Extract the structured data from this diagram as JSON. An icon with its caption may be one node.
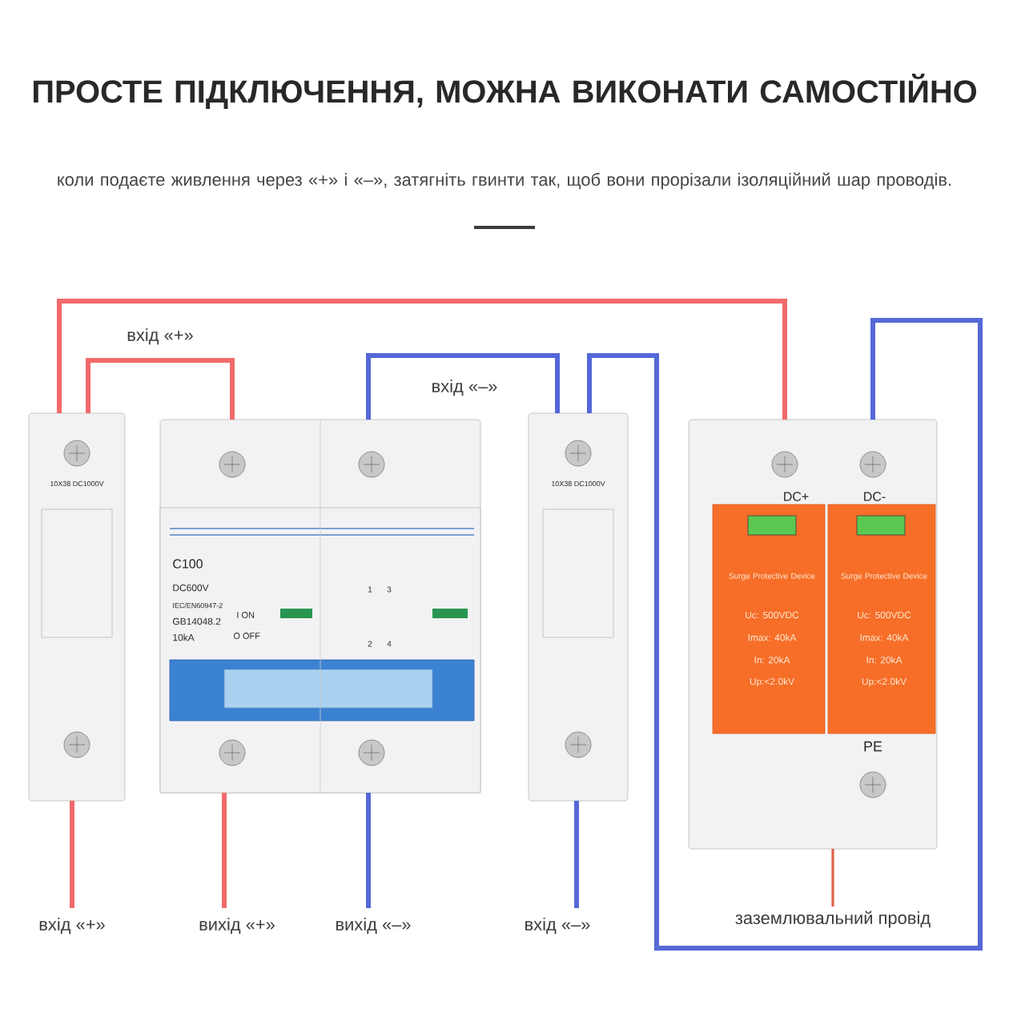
{
  "diagram": {
    "title": "ПРОСТЕ ПІДКЛЮЧЕННЯ, МОЖНА ВИКОНАТИ САМОСТІЙНО",
    "nodes": [
      {
        "text": [
          "10X38 DC1000V"
        ]
      },
      {
        "text": [
          "C100",
          "DC600V",
          "IEC/EN60947-2",
          "GB14048.2",
          "10kA",
          "I ON",
          "O OFF",
          "1",
          "3",
          "2",
          "4"
        ]
      },
      {
        "text": [
          "10X38 DC1000V"
        ]
      },
      {
        "text": [
          "DC+",
          "DC-",
          "Surge Protective Device",
          "Uc: 500VDC",
          "Imax: 40kA",
          "In: 20kA",
          "Up:<2.0kV",
          "Surge Protective Device",
          "Uc: 500VDC",
          "Imax: 40kA",
          "In: 20kA",
          "Up:<2.0kV",
          "PE"
        ]
      },
      {
        "text": [
          "вхід «+»"
        ]
      },
      {
        "text": [
          "вихід «+»"
        ]
      },
      {
        "text": [
          "вихід «–»"
        ]
      },
      {
        "text": [
          "вхід «–»"
        ]
      },
      {
        "text": [
          "заземлювальний провід"
        ]
      }
    ],
    "edges": [
      {
        "from": 0,
        "to": 3,
        "arrow": "none",
        "color": "#f26a6a"
      },
      {
        "from": 0,
        "to": 1,
        "arrow": "none",
        "color": "#f26a6a",
        "label": "вхід «+»"
      },
      {
        "from": 1,
        "to": 2,
        "arrow": "none",
        "color": "#5468d8",
        "label": "вхід «–»"
      },
      {
        "from": 2,
        "to": 3,
        "arrow": "none",
        "color": "#5468d8"
      },
      {
        "from": 0,
        "to": 4,
        "arrow": "none",
        "color": "#f26a6a"
      },
      {
        "from": 1,
        "to": 5,
        "arrow": "none",
        "color": "#f26a6a"
      },
      {
        "from": 1,
        "to": 6,
        "arrow": "none",
        "color": "#5468d8"
      },
      {
        "from": 2,
        "to": 7,
        "arrow": "none",
        "color": "#5468d8"
      },
      {
        "from": 3,
        "to": 8,
        "arrow": "none",
        "color": "#e0604a"
      }
    ],
    "labels": [
      "коли подаєте живлення через «+» і «–», затягніть гвинти так, щоб вони прорізали ізоляційний шар проводів."
    ]
  }
}
